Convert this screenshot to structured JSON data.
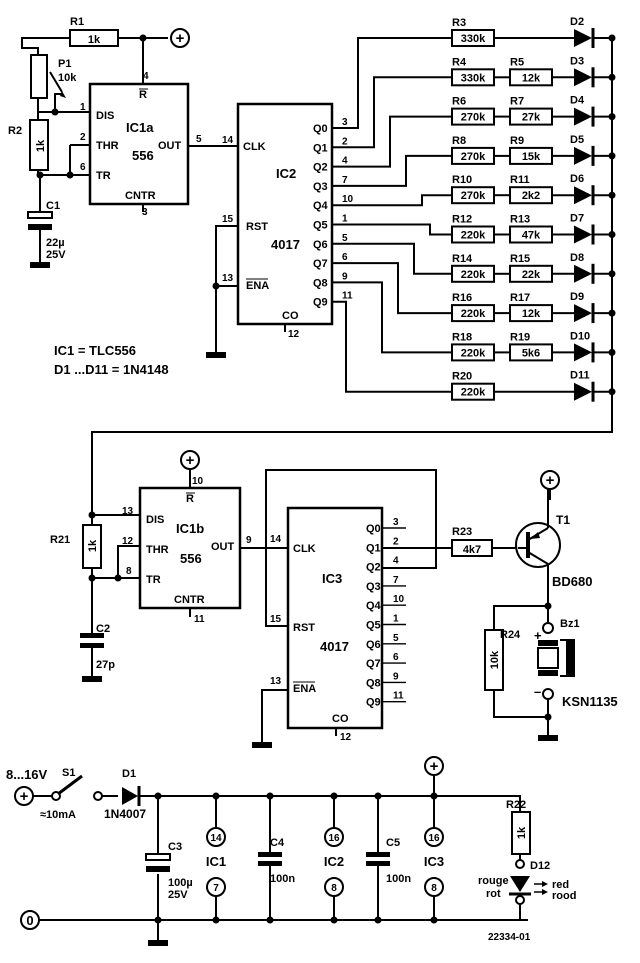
{
  "ic1a": {
    "name": "IC1a",
    "type": "556",
    "pins": {
      "dis": "DIS",
      "thr": "THR",
      "tr": "TR",
      "out": "OUT",
      "r": "R",
      "cntr": "CNTR"
    },
    "pin_nums": {
      "dis": "1",
      "thr": "2",
      "tr": "6",
      "out": "5",
      "r": "4",
      "cntr": "3"
    }
  },
  "ic1b": {
    "name": "IC1b",
    "type": "556",
    "pins": {
      "dis": "DIS",
      "thr": "THR",
      "tr": "TR",
      "out": "OUT",
      "r": "R",
      "cntr": "CNTR"
    },
    "pin_nums": {
      "dis": "13",
      "thr": "12",
      "tr": "8",
      "out": "9",
      "r": "10",
      "cntr": "11"
    }
  },
  "ic2": {
    "name": "IC2",
    "type": "4017",
    "pins": {
      "clk": "CLK",
      "rst": "RST",
      "ena": "ENA",
      "co": "CO"
    },
    "pin_nums": {
      "clk": "14",
      "rst": "15",
      "ena": "13",
      "co": "12"
    },
    "outputs": [
      {
        "q": "Q0",
        "pin": "3"
      },
      {
        "q": "Q1",
        "pin": "2"
      },
      {
        "q": "Q2",
        "pin": "4"
      },
      {
        "q": "Q3",
        "pin": "7"
      },
      {
        "q": "Q4",
        "pin": "10"
      },
      {
        "q": "Q5",
        "pin": "1"
      },
      {
        "q": "Q6",
        "pin": "5"
      },
      {
        "q": "Q7",
        "pin": "6"
      },
      {
        "q": "Q8",
        "pin": "9"
      },
      {
        "q": "Q9",
        "pin": "11"
      }
    ]
  },
  "ic3": {
    "name": "IC3",
    "type": "4017",
    "pins": {
      "clk": "CLK",
      "rst": "RST",
      "ena": "ENA",
      "co": "CO"
    },
    "pin_nums": {
      "clk": "14",
      "rst": "15",
      "ena": "13",
      "co": "12"
    },
    "outputs": [
      {
        "q": "Q0",
        "pin": "3"
      },
      {
        "q": "Q1",
        "pin": "2"
      },
      {
        "q": "Q2",
        "pin": "4"
      },
      {
        "q": "Q3",
        "pin": "7"
      },
      {
        "q": "Q4",
        "pin": "10"
      },
      {
        "q": "Q5",
        "pin": "1"
      },
      {
        "q": "Q6",
        "pin": "5"
      },
      {
        "q": "Q7",
        "pin": "6"
      },
      {
        "q": "Q8",
        "pin": "9"
      },
      {
        "q": "Q9",
        "pin": "11"
      }
    ]
  },
  "resistor_rows": [
    {
      "ra": "R3",
      "va": "330k",
      "rb": "",
      "vb": "",
      "d": "D2"
    },
    {
      "ra": "R4",
      "va": "330k",
      "rb": "R5",
      "vb": "12k",
      "d": "D3"
    },
    {
      "ra": "R6",
      "va": "270k",
      "rb": "R7",
      "vb": "27k",
      "d": "D4"
    },
    {
      "ra": "R8",
      "va": "270k",
      "rb": "R9",
      "vb": "15k",
      "d": "D5"
    },
    {
      "ra": "R10",
      "va": "270k",
      "rb": "R11",
      "vb": "2k2",
      "d": "D6"
    },
    {
      "ra": "R12",
      "va": "220k",
      "rb": "R13",
      "vb": "47k",
      "d": "D7"
    },
    {
      "ra": "R14",
      "va": "220k",
      "rb": "R15",
      "vb": "22k",
      "d": "D8"
    },
    {
      "ra": "R16",
      "va": "220k",
      "rb": "R17",
      "vb": "12k",
      "d": "D9"
    },
    {
      "ra": "R18",
      "va": "220k",
      "rb": "R19",
      "vb": "5k6",
      "d": "D10"
    },
    {
      "ra": "R20",
      "va": "220k",
      "rb": "",
      "vb": "",
      "d": "D11"
    }
  ],
  "parts": {
    "r1": {
      "ref": "R1",
      "val": "1k"
    },
    "p1": {
      "ref": "P1",
      "val": "10k"
    },
    "r2": {
      "ref": "R2",
      "val": "1k"
    },
    "c1": {
      "ref": "C1",
      "val": "22µ",
      "volt": "25V"
    },
    "r21": {
      "ref": "R21",
      "val": "1k"
    },
    "c2": {
      "ref": "C2",
      "val": "27p"
    },
    "r23": {
      "ref": "R23",
      "val": "4k7"
    },
    "t1": {
      "ref": "T1",
      "val": "BD680"
    },
    "r24": {
      "ref": "R24",
      "val": "10k"
    },
    "bz1": {
      "ref": "Bz1",
      "val": "KSN1135"
    },
    "s1": {
      "ref": "S1"
    },
    "d1": {
      "ref": "D1",
      "val": "1N4007"
    },
    "c3": {
      "ref": "C3",
      "val": "100µ",
      "volt": "25V"
    },
    "c4": {
      "ref": "C4",
      "val": "100n"
    },
    "c5": {
      "ref": "C5",
      "val": "100n"
    },
    "r22": {
      "ref": "R22",
      "val": "1k"
    },
    "d12": {
      "ref": "D12"
    }
  },
  "notes": {
    "line1": "IC1 = TLC556",
    "line2": "D1 ...D11 = 1N4148"
  },
  "supply": {
    "voltage": "8...16V",
    "current": "≈10mA",
    "plus": "+",
    "zero": "0",
    "minus": "–"
  },
  "power_pins": [
    {
      "ic": "IC1",
      "vcc": "14",
      "gnd": "7"
    },
    {
      "ic": "IC2",
      "vcc": "16",
      "gnd": "8"
    },
    {
      "ic": "IC3",
      "vcc": "16",
      "gnd": "8"
    }
  ],
  "led_colors": {
    "fr": "rouge",
    "de": "rot",
    "en": "red",
    "nl": "rood"
  },
  "drawing_number": "22334-01"
}
